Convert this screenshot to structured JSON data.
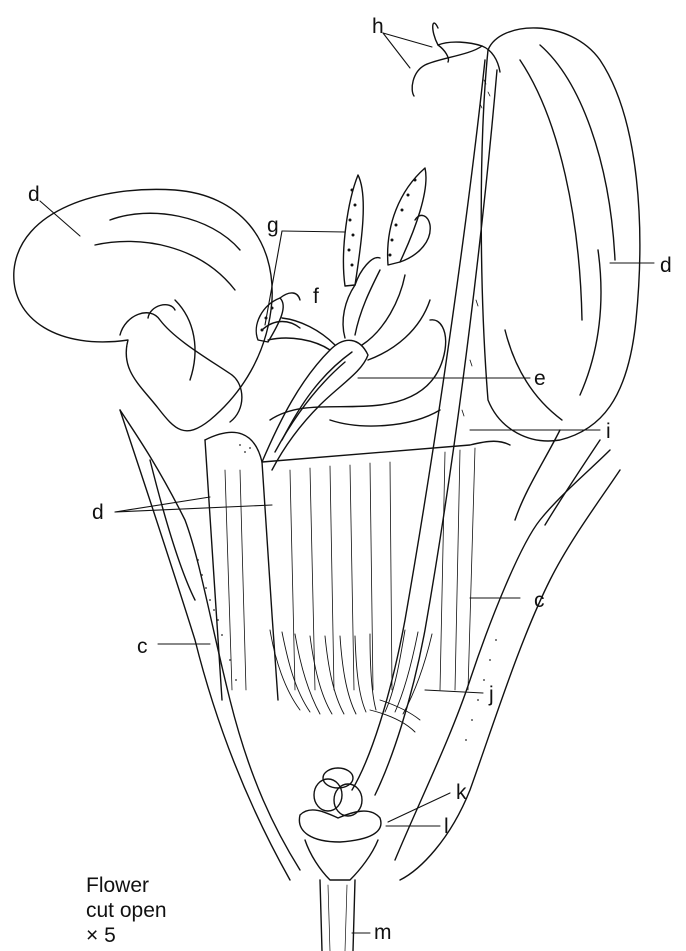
{
  "labels": {
    "h": "h",
    "d_top_left": "d",
    "g": "g",
    "f": "f",
    "d_right": "d",
    "e": "e",
    "i": "i",
    "d_middle": "d",
    "c_right": "c",
    "c_left": "c",
    "j": "j",
    "k": "k",
    "l": "l",
    "m": "m"
  },
  "caption": {
    "line1": "Flower",
    "line2": "cut open",
    "line3": "× 5"
  },
  "colors": {
    "ink": "#111111",
    "background": "#ffffff"
  }
}
